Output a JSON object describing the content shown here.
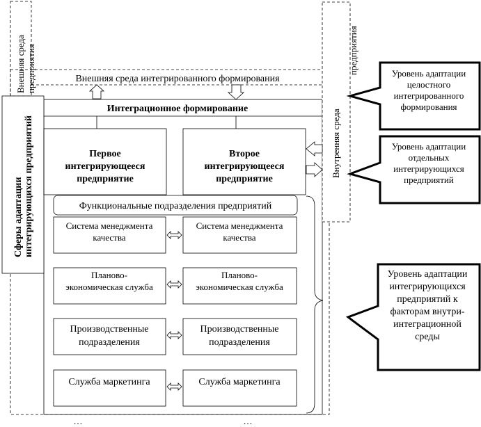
{
  "outer_env": {
    "label_line1": "Внешняя среда",
    "label_line2": "предприятия"
  },
  "outer_env_integrated": "Внешняя среда интегрированного формирования",
  "integration_formation": "Интеграционное формирование",
  "spheres": {
    "line1": "Сферы адаптации",
    "line2": "интегрирующихся предприятий"
  },
  "inner_env": {
    "line1": "Внутренняя среда",
    "line2": "предприятия"
  },
  "first_enterprise": {
    "line1": "Первое",
    "line2": "интегрирующееся",
    "line3": "предприятие"
  },
  "second_enterprise": {
    "line1": "Второе",
    "line2": "интегрирующееся",
    "line3": "предприятие"
  },
  "functional_units": "Функциональные подразделения предприятий",
  "units": [
    {
      "line1": "Система менеджмента",
      "line2": "качества"
    },
    {
      "line1": "Планово-",
      "line2": "экономическая служба"
    },
    {
      "line1": "Производственные",
      "line2": "подразделения"
    },
    {
      "line1": "Служба маркетинга"
    }
  ],
  "ellipsis": "…",
  "adaptation_levels": [
    {
      "line1": "Уровень адаптации",
      "line2": "целостного",
      "line3": "интегрированного",
      "line4": "формирования"
    },
    {
      "line1": "Уровень адаптации",
      "line2": "отдельных",
      "line3": "интегрирующихся",
      "line4": "предприятий"
    },
    {
      "line1": "Уровень адаптации",
      "line2": "интегрирующихся",
      "line3": "предприятий к",
      "line4": "факторам внутри-",
      "line5": "интеграционной",
      "line6": "среды"
    }
  ]
}
